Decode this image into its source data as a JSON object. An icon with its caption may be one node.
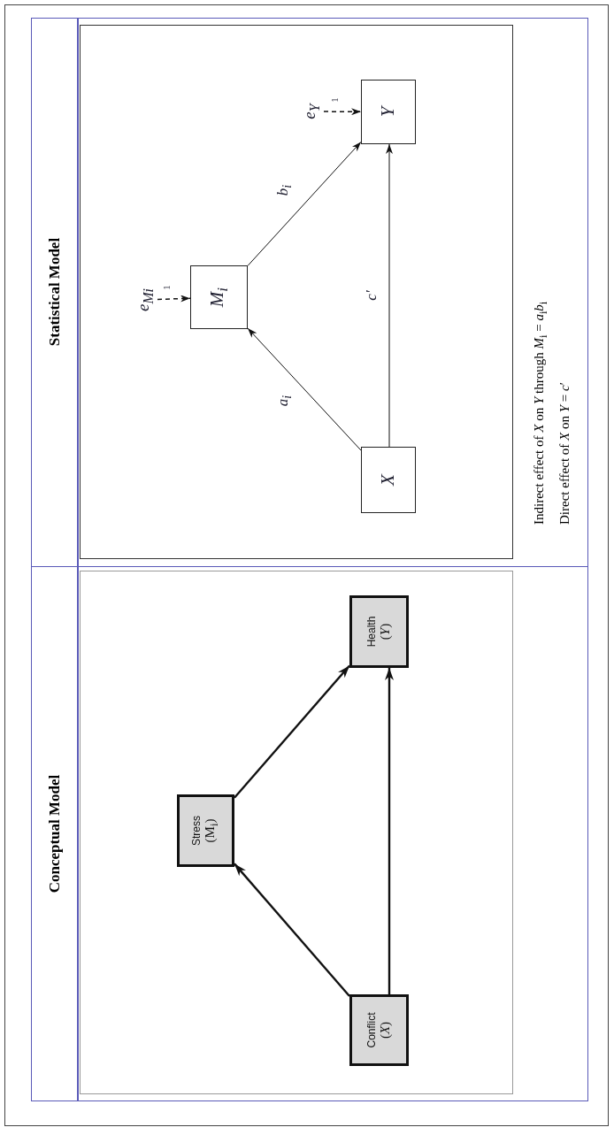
{
  "diagram": {
    "nodes": [
      {
        "text": [
          "Conflict",
          "(*X*)"
        ]
      },
      {
        "text": [
          "Stress",
          "(M$_{i}$)"
        ]
      },
      {
        "text": [
          "Health",
          "(*Y*)"
        ]
      },
      {
        "text": [
          "X"
        ]
      },
      {
        "text": [
          "M$_{i}$"
        ]
      },
      {
        "text": [
          "Y"
        ]
      },
      {
        "text": [
          "e$_{Mi}$"
        ]
      },
      {
        "text": [
          "e$_{Y}$"
        ]
      }
    ],
    "edges": [
      {
        "from": 0,
        "to": 1,
        "arrow": "to"
      },
      {
        "from": 1,
        "to": 2,
        "arrow": "to"
      },
      {
        "from": 0,
        "to": 2,
        "arrow": "to"
      },
      {
        "from": 3,
        "to": 4,
        "arrow": "to",
        "label": "a$_{i}$"
      },
      {
        "from": 4,
        "to": 5,
        "arrow": "to",
        "label": "b$_{i}$"
      },
      {
        "from": 3,
        "to": 5,
        "arrow": "to",
        "label": "c′"
      },
      {
        "from": 6,
        "to": 4,
        "arrow": "to",
        "label": "1",
        "style": "dashed"
      },
      {
        "from": 7,
        "to": 5,
        "arrow": "to",
        "label": "1",
        "style": "dashed"
      }
    ],
    "labels": [
      "Conceptual Model",
      "Statistical Model",
      "Indirect effect of *X* on *Y* through *M*$_{i}$ = *a*$_{i}$*b*$_{i}$",
      "Direct effect of *X* on *Y* = *c*′"
    ]
  }
}
